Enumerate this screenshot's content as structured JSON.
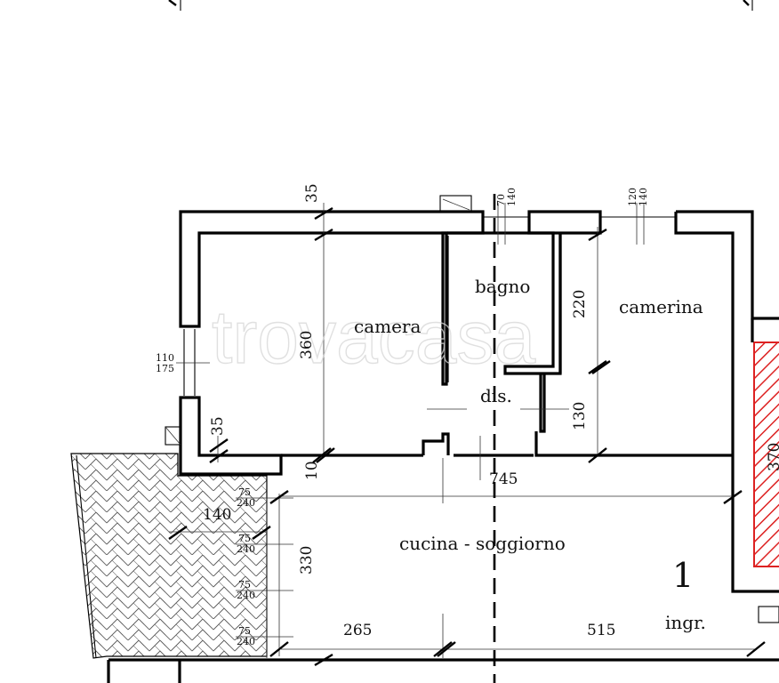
{
  "watermark": "trovacasa",
  "rooms": {
    "camera": "camera",
    "bagno": "bagno",
    "camerina": "camerina",
    "disimpegno": "dis.",
    "cucina_soggiorno": "cucina - soggiorno",
    "ingresso": "ingr."
  },
  "unit_number": "1",
  "dimensions": {
    "camera_depth": "360",
    "camerina_depth": "220",
    "dis_depth": "130",
    "cucina_depth": "330",
    "length_total": "745",
    "length_left": "265",
    "length_right": "515",
    "terrace_width": "140",
    "wall_top": "35",
    "wall_left": "35",
    "wall_inner": "10",
    "right_side": "370"
  },
  "small_dims": {
    "window_camera_top": "110",
    "window_camera_bottom": "175",
    "window_bagno_a": "70",
    "window_bagno_b": "140",
    "window_camerina_a": "120",
    "window_camerina_b": "140",
    "terrace_75": "75",
    "terrace_240": "240"
  }
}
